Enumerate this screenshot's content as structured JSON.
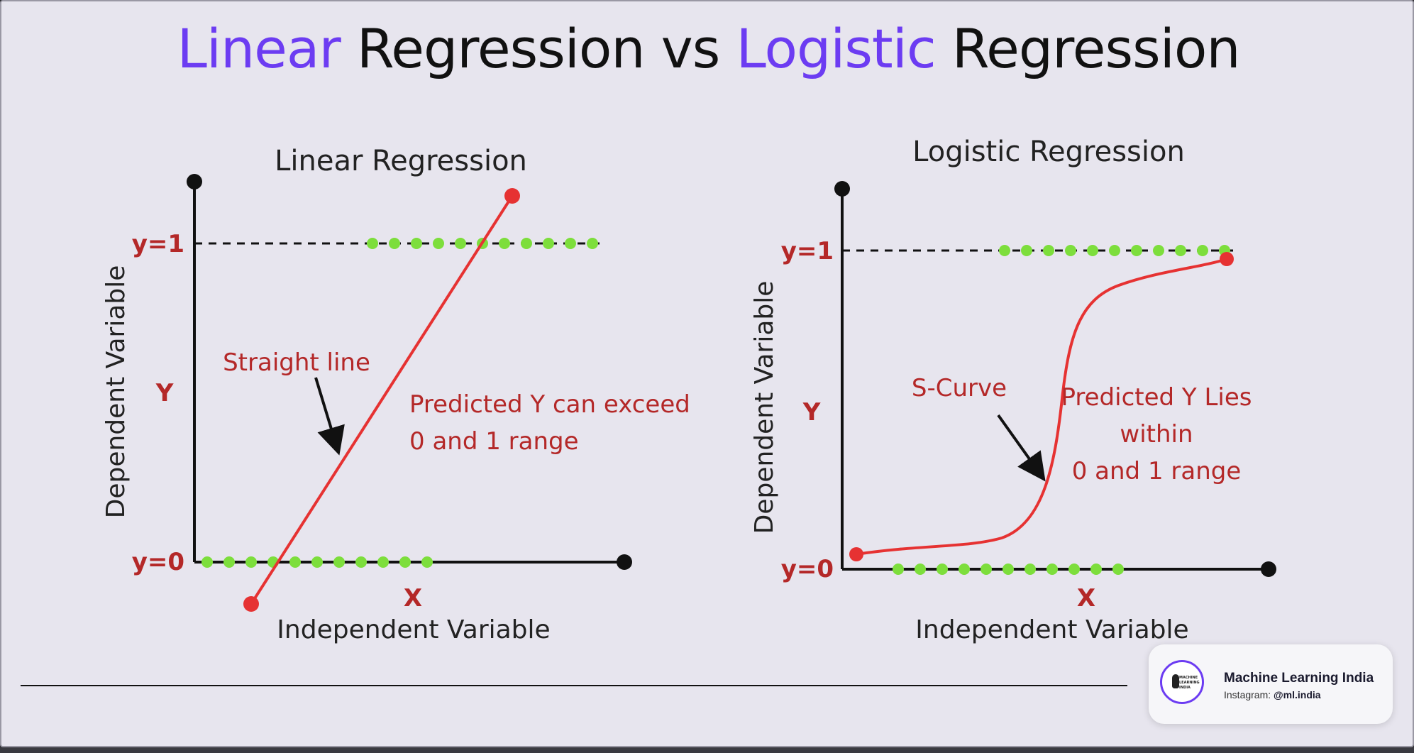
{
  "title": {
    "part1": "Linear",
    "part2": " Regression vs ",
    "part3": "Logistic",
    "part4": " Regression",
    "accent_color": "#6c3cf2"
  },
  "linear_panel": {
    "title": "Linear Regression",
    "y_axis_label": "Dependent Variable",
    "y_symbol": "Y",
    "x_symbol": "X",
    "x_axis_label": "Independent Variable",
    "y1_label": "y=1",
    "y0_label": "y=0",
    "annotation_line": "Straight line",
    "annotation_predict_line1": "Predicted Y can exceed",
    "annotation_predict_line2": "0 and 1 range"
  },
  "logistic_panel": {
    "title": "Logistic Regression",
    "y_axis_label": "Dependent Variable",
    "y_symbol": "Y",
    "x_symbol": "X",
    "x_axis_label": "Independent Variable",
    "y1_label": "y=1",
    "y0_label": "y=0",
    "annotation_curve": "S-Curve",
    "annotation_predict_line1": "Predicted Y Lies",
    "annotation_predict_line2": "within",
    "annotation_predict_line3": "0 and 1 range"
  },
  "colors": {
    "label_red": "#b42828",
    "line_red": "#e63232",
    "dot_green": "#7dde3c",
    "axis_black": "#111111"
  },
  "badge": {
    "name": "Machine Learning India",
    "handle_prefix": "Instagram: ",
    "handle": "@ml.india",
    "logo_text_line1": "MACHINE",
    "logo_text_line2": "LEARNING",
    "logo_text_line3": "INDIA",
    "logo_icon": "head-silhouette-icon"
  }
}
